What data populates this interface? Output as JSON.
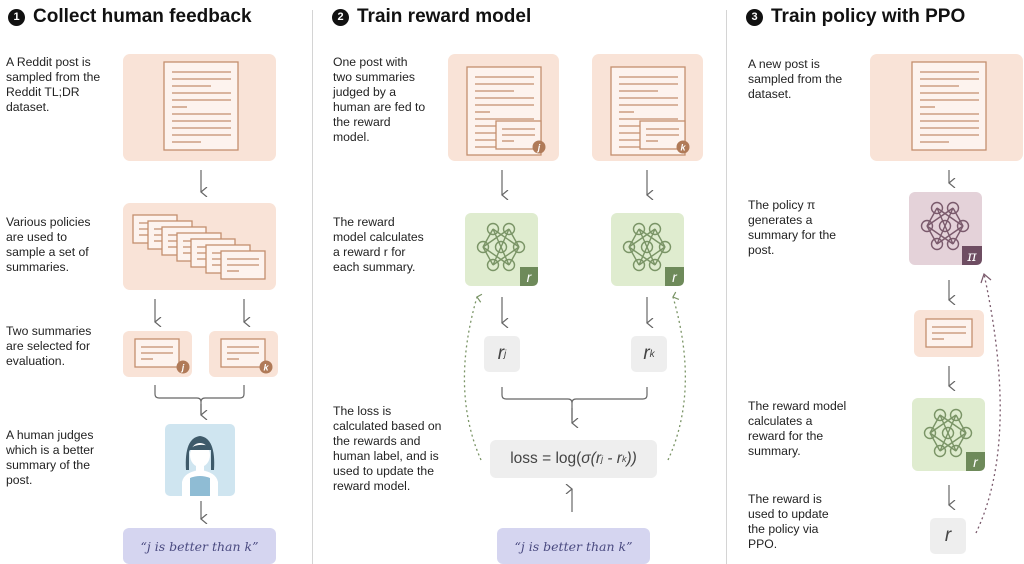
{
  "colors": {
    "post_bg": "#f9e3d7",
    "doc_stroke": "#c48f6e",
    "doc_fill": "#fdf3ee",
    "badge_brown": "#b07a58",
    "reward_bg": "#dfeccf",
    "reward_stroke": "#7a9466",
    "reward_badge": "#6e8a5a",
    "policy_bg": "#e4d2d9",
    "policy_stroke": "#7a5a6c",
    "policy_badge": "#6e4d62",
    "human_bg": "#cfe5f0",
    "label_bg": "#d5d5f0",
    "gray_box": "#eeeeee",
    "arrow": "#666666"
  },
  "columns": [
    {
      "number": "1",
      "title": "Collect human feedback",
      "steps": [
        "A Reddit post is sampled from the Reddit TL;DR dataset.",
        "Various policies are used to sample a set of summaries.",
        "Two summaries are selected for evaluation.",
        "A human judges which is a better summary of the post."
      ],
      "badges": [
        "j",
        "k"
      ],
      "judgment": "“j is better than k”"
    },
    {
      "number": "2",
      "title": "Train reward model",
      "steps": [
        "One post with two summaries judged by a human are fed to the reward model.",
        "The reward model calculates a reward r for each summary.",
        "The loss is calculated based on the rewards and human label, and is used to update the reward model."
      ],
      "badges": [
        "j",
        "k"
      ],
      "reward_symbol": "r",
      "reward_outputs": [
        {
          "base": "r",
          "sub": "j"
        },
        {
          "base": "r",
          "sub": "k"
        }
      ],
      "loss": {
        "prefix": "loss = log(",
        "sigma": "σ",
        "open": "(",
        "r1": "r",
        "s1": "j",
        "minus": " - ",
        "r2": "r",
        "s2": "k",
        "close": "))"
      },
      "judgment": "“j is better than k”"
    },
    {
      "number": "3",
      "title": "Train policy with PPO",
      "steps": [
        "A new post is sampled from the dataset.",
        "The policy π generates a summary for the post.",
        "The reward model calculates a reward for the summary.",
        "The reward is used to update the policy via PPO."
      ],
      "policy_symbol": "π",
      "reward_symbol": "r",
      "reward_output": "r"
    }
  ]
}
